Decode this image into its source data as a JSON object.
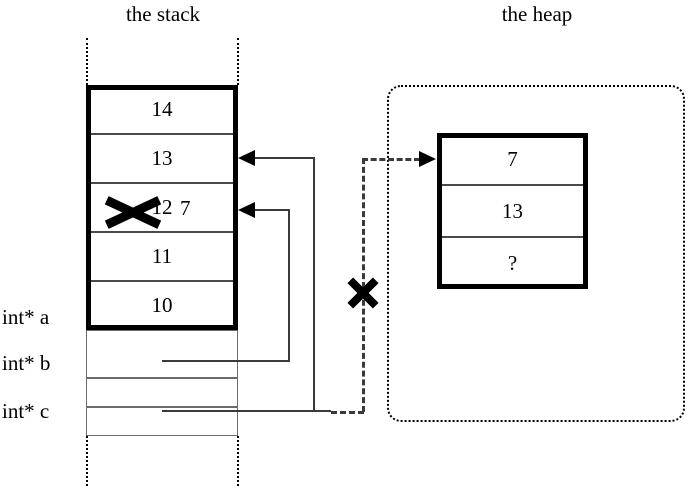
{
  "diagram": {
    "stack_title": "the stack",
    "heap_title": "the heap"
  },
  "stack": {
    "frame_cells": [
      {
        "value": "14"
      },
      {
        "value": "13"
      },
      {
        "value": "12"
      },
      {
        "value": "11"
      },
      {
        "value": "10"
      }
    ],
    "struck_cell_index": 2,
    "struck_cell_new_value": "7",
    "pointer_cells": [
      {
        "label": "int* a",
        "value": ""
      },
      {
        "label": "int* b",
        "value": ""
      },
      {
        "label": "int* c",
        "value": ""
      }
    ]
  },
  "heap": {
    "cells": [
      {
        "value": "7"
      },
      {
        "value": "13"
      },
      {
        "value": "?"
      }
    ]
  },
  "annotations": {
    "struck_stack_value": "x-mark-over-12",
    "struck_heap_pointer": "x-mark-over-dashed-pointer"
  }
}
